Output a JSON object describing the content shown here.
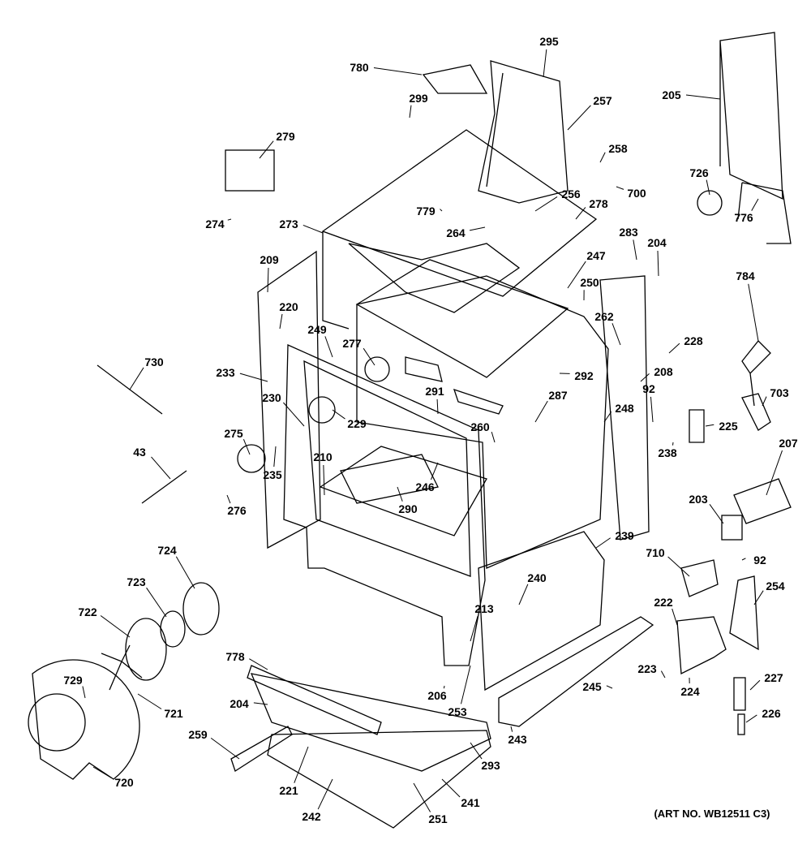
{
  "diagram": {
    "art_number": "(ART NO. WB12511 C3)",
    "part_labels": [
      "780",
      "295",
      "299",
      "257",
      "279",
      "205",
      "258",
      "700",
      "726",
      "256",
      "278",
      "779",
      "264",
      "273",
      "274",
      "776",
      "283",
      "204",
      "209",
      "247",
      "250",
      "784",
      "220",
      "262",
      "249",
      "277",
      "228",
      "730",
      "233",
      "292",
      "208",
      "291",
      "230",
      "287",
      "92",
      "703",
      "229",
      "260",
      "248",
      "225",
      "275",
      "238",
      "207",
      "43",
      "210",
      "246",
      "235",
      "290",
      "276",
      "203",
      "239",
      "710",
      "92",
      "724",
      "240",
      "254",
      "723",
      "213",
      "222",
      "722",
      "778",
      "223",
      "729",
      "206",
      "245",
      "227",
      "224",
      "204",
      "253",
      "721",
      "226",
      "243",
      "259",
      "293",
      "720",
      "221",
      "241",
      "242",
      "251"
    ]
  }
}
